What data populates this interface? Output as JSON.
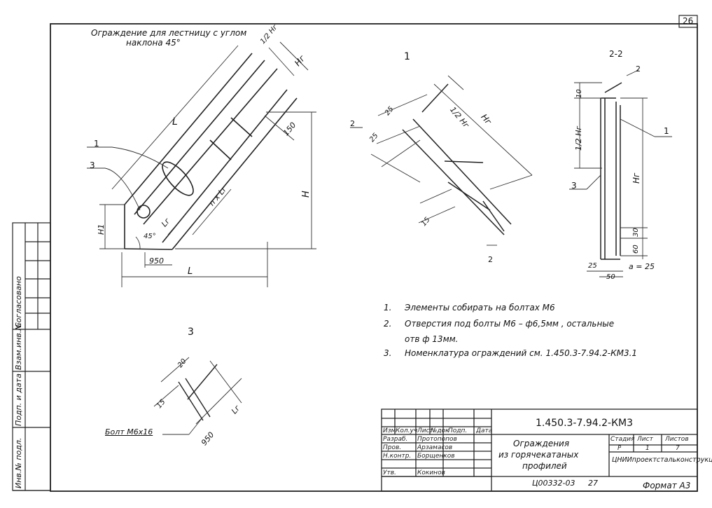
{
  "sheet": {
    "page_number": "26",
    "format_label": "Формат А3",
    "archive_number": "Ц00332-03",
    "archive_sheet": "27"
  },
  "drawing": {
    "title_line1": "Ограждение для лестницу с углом",
    "title_line2": "наклона 45°",
    "view1_label": "1",
    "view2_label": "2-2",
    "view3_label": "3",
    "section_mark": "2",
    "callout_1": "1",
    "callout_3": "3",
    "callout_2": "2",
    "dims": {
      "L": "L",
      "half_he": "1/2 Hг",
      "he": "Hг",
      "H": "H",
      "H1": "H1",
      "le": "Lг",
      "n_le": "n x Lг",
      "d150": "150",
      "d950": "950",
      "angle45": "45°",
      "d25a": "25",
      "d25b": "25",
      "d15": "15",
      "d10": "10",
      "d30": "30",
      "d60": "60",
      "d50": "50",
      "a25": "a = 25",
      "d20": "20",
      "bolt": "Болт М6х16"
    }
  },
  "notes": [
    {
      "num": "1.",
      "text": "Элементы собирать на болтах М6"
    },
    {
      "num": "2.",
      "text": "Отверстия под болты М6 – ф6,5мм , остальные"
    },
    {
      "num": "",
      "text": "отв ф 13мм."
    },
    {
      "num": "3.",
      "text": "Номенклатура ограждений  см. 1.450.3-7.94.2-КМ3.1"
    }
  ],
  "side_stamps": [
    "Согласовано",
    "Взам.инв.№",
    "Подп. и дата",
    "Инв.№ подл."
  ],
  "title_block": {
    "code": "1.450.3-7.94.2-КМ3",
    "name_line1": "Ограждения",
    "name_line2": "из горячекатаных",
    "name_line3": "профилей",
    "stage_h": "Стадия",
    "sheet_h": "Лист",
    "sheets_h": "Листов",
    "stage": "Р",
    "sheet": "1",
    "sheets": "7",
    "org_line1": "ЦНИИпроектстальконструкция",
    "head_cols": [
      "Изм",
      "Кол.уч",
      "Лист",
      "№док",
      "Подп.",
      "Дата"
    ],
    "staff": [
      {
        "role": "Разраб.",
        "name": "Протопопов"
      },
      {
        "role": "Пров.",
        "name": "Арзамасов"
      },
      {
        "role": "Н.контр.",
        "name": "Борщенков"
      },
      {
        "role": "Утв.",
        "name": "Кокинов"
      }
    ]
  }
}
